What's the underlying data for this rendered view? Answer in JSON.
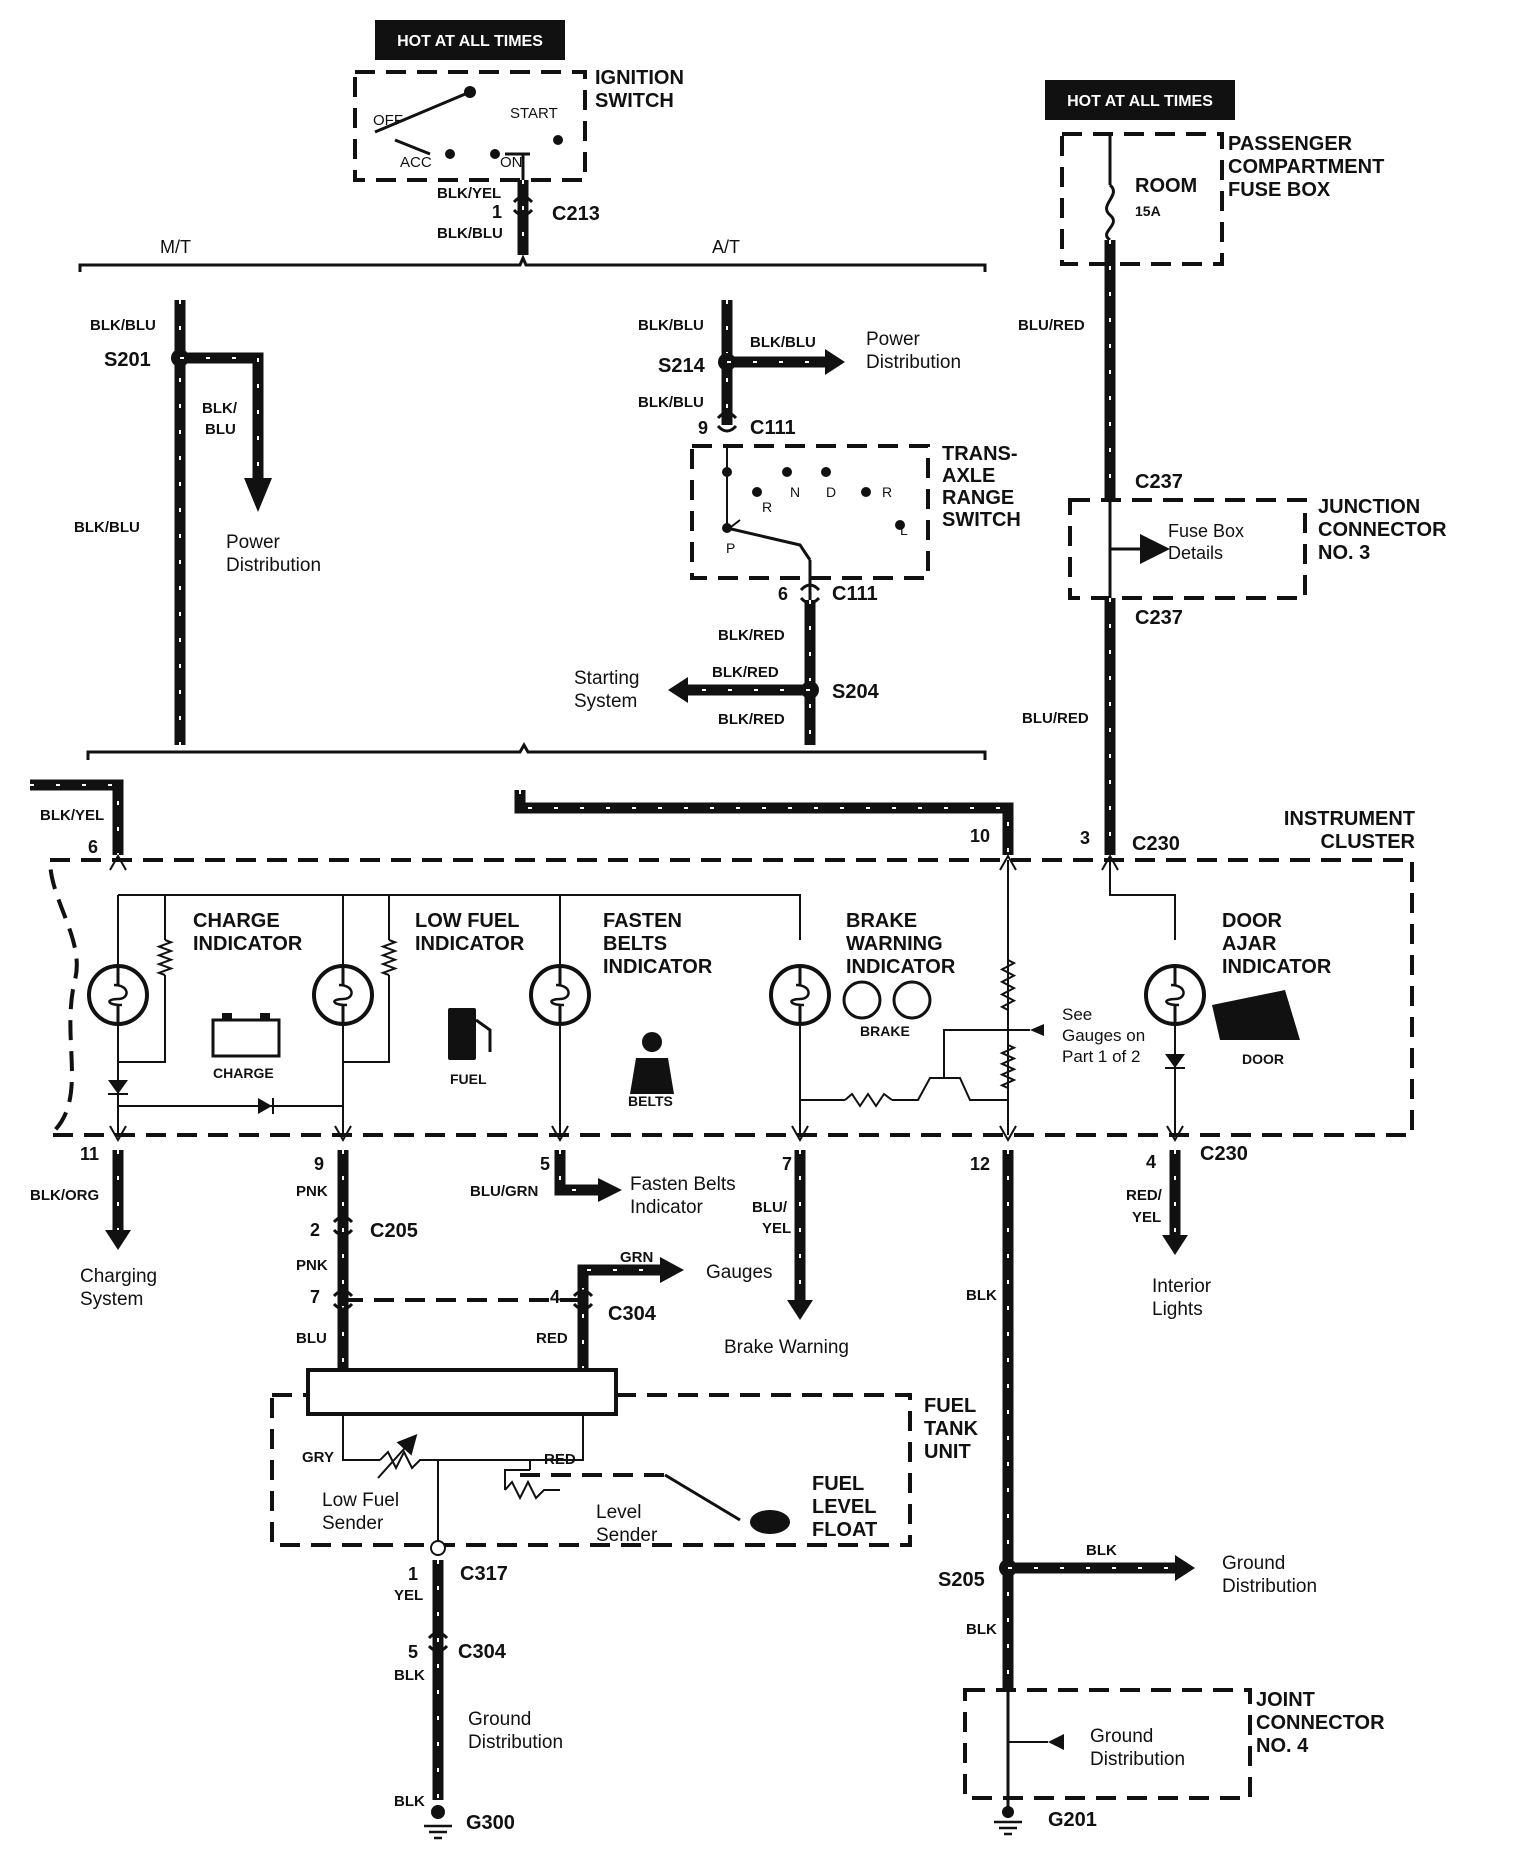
{
  "hot_badges": [
    "HOT AT ALL TIMES",
    "HOT AT ALL TIMES"
  ],
  "ignition_switch": {
    "title_l1": "IGNITION",
    "title_l2": "SWITCH",
    "off": "OFF",
    "start": "START",
    "acc": "ACC",
    "on": "ON"
  },
  "fuse_box": {
    "title_l1": "PASSENGER",
    "title_l2": "COMPARTMENT",
    "title_l3": "FUSE BOX",
    "fuse": "ROOM",
    "rating": "15A"
  },
  "branch": {
    "mt": "M/T",
    "at": "A/T"
  },
  "connectors": {
    "c213": "C213",
    "c213_pin": "1",
    "c237_a": "C237",
    "c237_b": "C237",
    "c111_a": "C111",
    "c111_a_pin": "9",
    "c111_b": "C111",
    "c111_b_pin": "6",
    "c230_3": "C230",
    "c230_pin3": "3",
    "c230_pin6": "6",
    "c230_pin10": "10",
    "c230_pin11": "11",
    "c230_pin9": "9",
    "c230_pin5": "5",
    "c230_pin7": "7",
    "c230_pin12": "12",
    "c230_pin4": "4",
    "c230_4": "C230",
    "c205": "C205",
    "c205_pin2": "2",
    "c205_pin7": "7",
    "c304_a": "C304",
    "c304_a_pin": "4",
    "c317": "C317",
    "c317_pin": "1",
    "c304_b": "C304",
    "c304_b_pin": "5"
  },
  "splices": {
    "s201": "S201",
    "s214": "S214",
    "s204": "S204",
    "s205": "S205"
  },
  "grounds": {
    "g300": "G300",
    "g201": "G201"
  },
  "wires": {
    "ign_blk_yel": "BLK/YEL",
    "ign_blk_blu": "BLK/BLU",
    "mt_blk_blu_1": "BLK/BLU",
    "mt_blk_blu_2": "BLK/BLU",
    "s201_out_1": "BLK/",
    "s201_out_2": "BLU",
    "at_blk_blu_1": "BLK/BLU",
    "s214_out": "BLK/BLU",
    "at_blk_blu_2": "BLK/BLU",
    "blk_red_1": "BLK/RED",
    "blk_red_2": "BLK/RED",
    "blk_red_3": "BLK/RED",
    "blu_red_1": "BLU/RED",
    "blu_red_2": "BLU/RED",
    "blk_yel_6": "BLK/YEL",
    "blk_org": "BLK/ORG",
    "pnk_1": "PNK",
    "pnk_2": "PNK",
    "blu": "BLU",
    "blu_grn": "BLU/GRN",
    "blu_yel_1": "BLU/",
    "blu_yel_2": "YEL",
    "grn": "GRN",
    "red": "RED",
    "blk_12": "BLK",
    "red_yel_1": "RED/",
    "red_yel_2": "YEL",
    "gry": "GRY",
    "red_sender": "RED",
    "yel": "YEL",
    "blk_c304": "BLK",
    "blk_g300": "BLK",
    "blk_s205_out": "BLK",
    "blk_s205_down": "BLK"
  },
  "trans_switch": {
    "title_l1": "TRANS-",
    "title_l2": "AXLE",
    "title_l3": "RANGE",
    "title_l4": "SWITCH",
    "r1": "R",
    "n": "N",
    "d": "D",
    "r2": "R",
    "p": "P",
    "l": "L"
  },
  "junction_conn": {
    "title_l1": "JUNCTION",
    "title_l2": "CONNECTOR",
    "title_l3": "NO. 3",
    "details_l1": "Fuse Box",
    "details_l2": "Details"
  },
  "cluster": {
    "title_l1": "INSTRUMENT",
    "title_l2": "CLUSTER",
    "charge_l1": "CHARGE",
    "charge_l2": "INDICATOR",
    "charge_icon": "CHARGE",
    "fuel_l1": "LOW FUEL",
    "fuel_l2": "INDICATOR",
    "fuel_icon": "FUEL",
    "belts_l1": "FASTEN",
    "belts_l2": "BELTS",
    "belts_l3": "INDICATOR",
    "belts_icon": "BELTS",
    "brake_l1": "BRAKE",
    "brake_l2": "WARNING",
    "brake_l3": "INDICATOR",
    "brake_icon": "BRAKE",
    "door_l1": "DOOR",
    "door_l2": "AJAR",
    "door_l3": "INDICATOR",
    "door_icon": "DOOR",
    "gauges_l1": "See",
    "gauges_l2": "Gauges on",
    "gauges_l3": "Part 1 of 2"
  },
  "destinations": {
    "power_dist_s214_l1": "Power",
    "power_dist_s214_l2": "Distribution",
    "power_dist_s201_l1": "Power",
    "power_dist_s201_l2": "Distribution",
    "starting_l1": "Starting",
    "starting_l2": "System",
    "charging_l1": "Charging",
    "charging_l2": "System",
    "belts_l1": "Fasten Belts",
    "belts_l2": "Indicator",
    "gauges": "Gauges",
    "brake_warning": "Brake Warning",
    "interior_l1": "Interior",
    "interior_l2": "Lights",
    "ground_dist_s205_l1": "Ground",
    "ground_dist_s205_l2": "Distribution",
    "ground_dist_g300_l1": "Ground",
    "ground_dist_g300_l2": "Distribution",
    "ground_dist_jc4_l1": "Ground",
    "ground_dist_jc4_l2": "Distribution"
  },
  "fuel_tank": {
    "title_l1": "FUEL",
    "title_l2": "TANK",
    "title_l3": "UNIT",
    "low_l1": "Low Fuel",
    "low_l2": "Sender",
    "level_l1": "Level",
    "level_l2": "Sender",
    "float_l1": "FUEL",
    "float_l2": "LEVEL",
    "float_l3": "FLOAT"
  },
  "joint_conn": {
    "title_l1": "JOINT",
    "title_l2": "CONNECTOR",
    "title_l3": "NO. 4"
  }
}
